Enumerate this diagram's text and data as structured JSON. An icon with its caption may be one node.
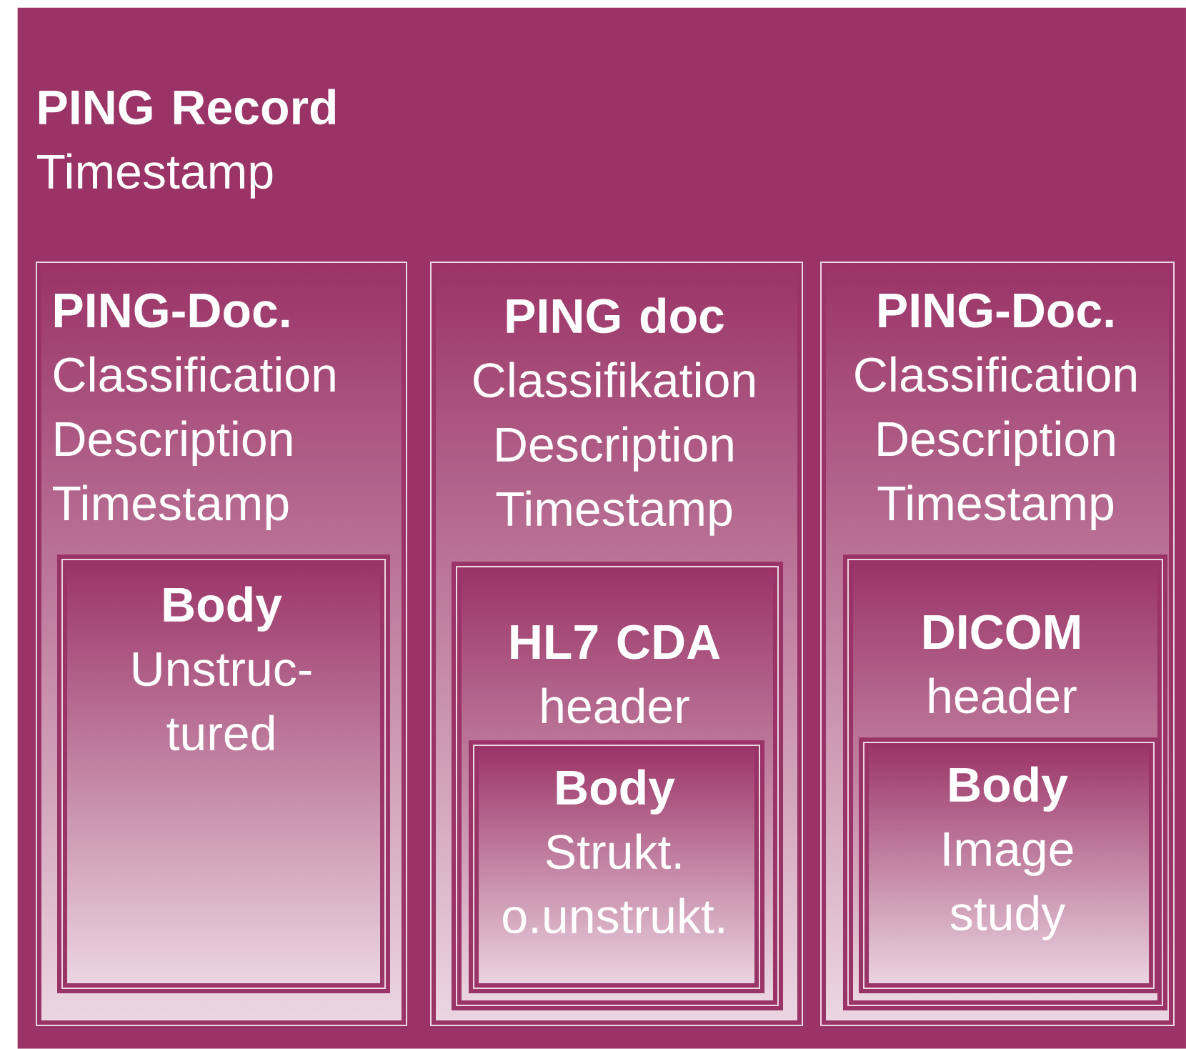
{
  "diagram": {
    "nodes": [
      {
        "text": [
          "PING Record",
          "Timestamp"
        ]
      },
      {
        "text": [
          "PING-Doc.",
          "Classification",
          "Description",
          "Timestamp"
        ],
        "in": 0
      },
      {
        "text": [
          "Body",
          "Unstruc-tured"
        ],
        "in": 1
      },
      {
        "text": [
          "PING doc",
          "Classifikation",
          "Description",
          "Timestamp"
        ],
        "in": 0
      },
      {
        "text": [
          "HL7 CDA",
          "header"
        ],
        "in": 3
      },
      {
        "text": [
          "Body",
          "Strukt. o.unstrukt."
        ],
        "in": 4
      },
      {
        "text": [
          "PING-Doc.",
          "Classification",
          "Description",
          "Timestamp"
        ],
        "in": 0
      },
      {
        "text": [
          "DICOM",
          "header"
        ],
        "in": 6
      },
      {
        "text": [
          "Body",
          "Image study"
        ],
        "in": 7
      }
    ]
  }
}
